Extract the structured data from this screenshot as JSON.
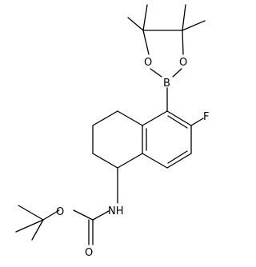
{
  "atoms": {
    "boron": "B",
    "oxygen_ring_left": "O",
    "oxygen_ring_right": "O",
    "fluorine": "F",
    "nitrogen_h": "NH",
    "oxygen_carbonyl": "O",
    "oxygen_ester": "O"
  }
}
